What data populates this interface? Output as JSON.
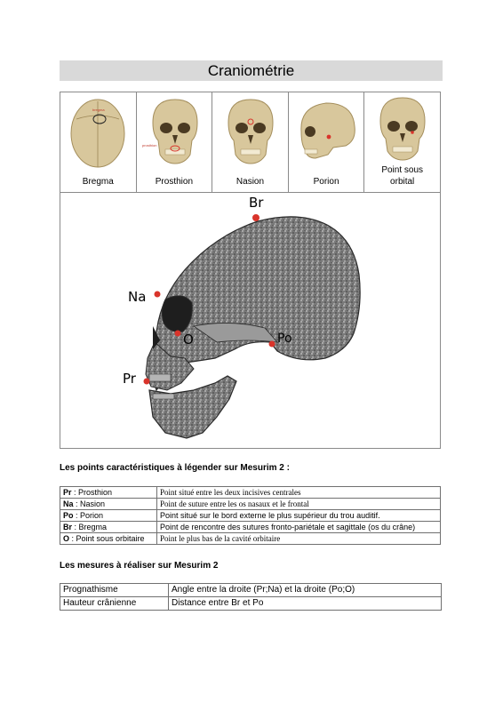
{
  "page_title": "Craniométrie",
  "thumbnails": [
    {
      "label": "Bregma",
      "annotation": "bregma"
    },
    {
      "label": "Prosthion",
      "annotation": "prosthion"
    },
    {
      "label": "Nasion"
    },
    {
      "label": "Porion"
    },
    {
      "label_line1": "Point sous",
      "label_line2": "orbital"
    }
  ],
  "skull_points": {
    "br": "Br",
    "na": "Na",
    "o": "O",
    "po": "Po",
    "pr": "Pr"
  },
  "colors": {
    "point_red": "#d9342b",
    "header_gray": "#d9d9d9",
    "bone": "#d8c79c"
  },
  "points_section": {
    "heading": "Les points caractéristiques à légender sur Mesurim 2 :",
    "rows": [
      {
        "abbr": "Pr",
        "name": " : Prosthion",
        "desc": "Point situé entre les deux incisives centrales"
      },
      {
        "abbr": "Na",
        "name": " : Nasion",
        "desc": "Point de suture entre les os nasaux et le frontal"
      },
      {
        "abbr": "Po",
        "name": " : Porion",
        "desc": "Point situé sur le bord externe le plus supérieur du trou auditif."
      },
      {
        "abbr": "Br",
        "name": " : Bregma",
        "desc": "Point de rencontre des sutures fronto-pariétale et sagittale (os du crâne)"
      },
      {
        "abbr": "O",
        "name": " : Point sous orbitaire",
        "desc": "Point le plus bas de la cavité orbitaire"
      }
    ]
  },
  "measures_section": {
    "heading": "Les mesures à réaliser sur Mesurim 2",
    "rows": [
      {
        "name": "Prognathisme",
        "desc": "Angle entre la droite (Pr;Na) et la droite (Po;O)"
      },
      {
        "name": "Hauteur crânienne",
        "desc": "Distance entre Br et Po"
      }
    ]
  }
}
